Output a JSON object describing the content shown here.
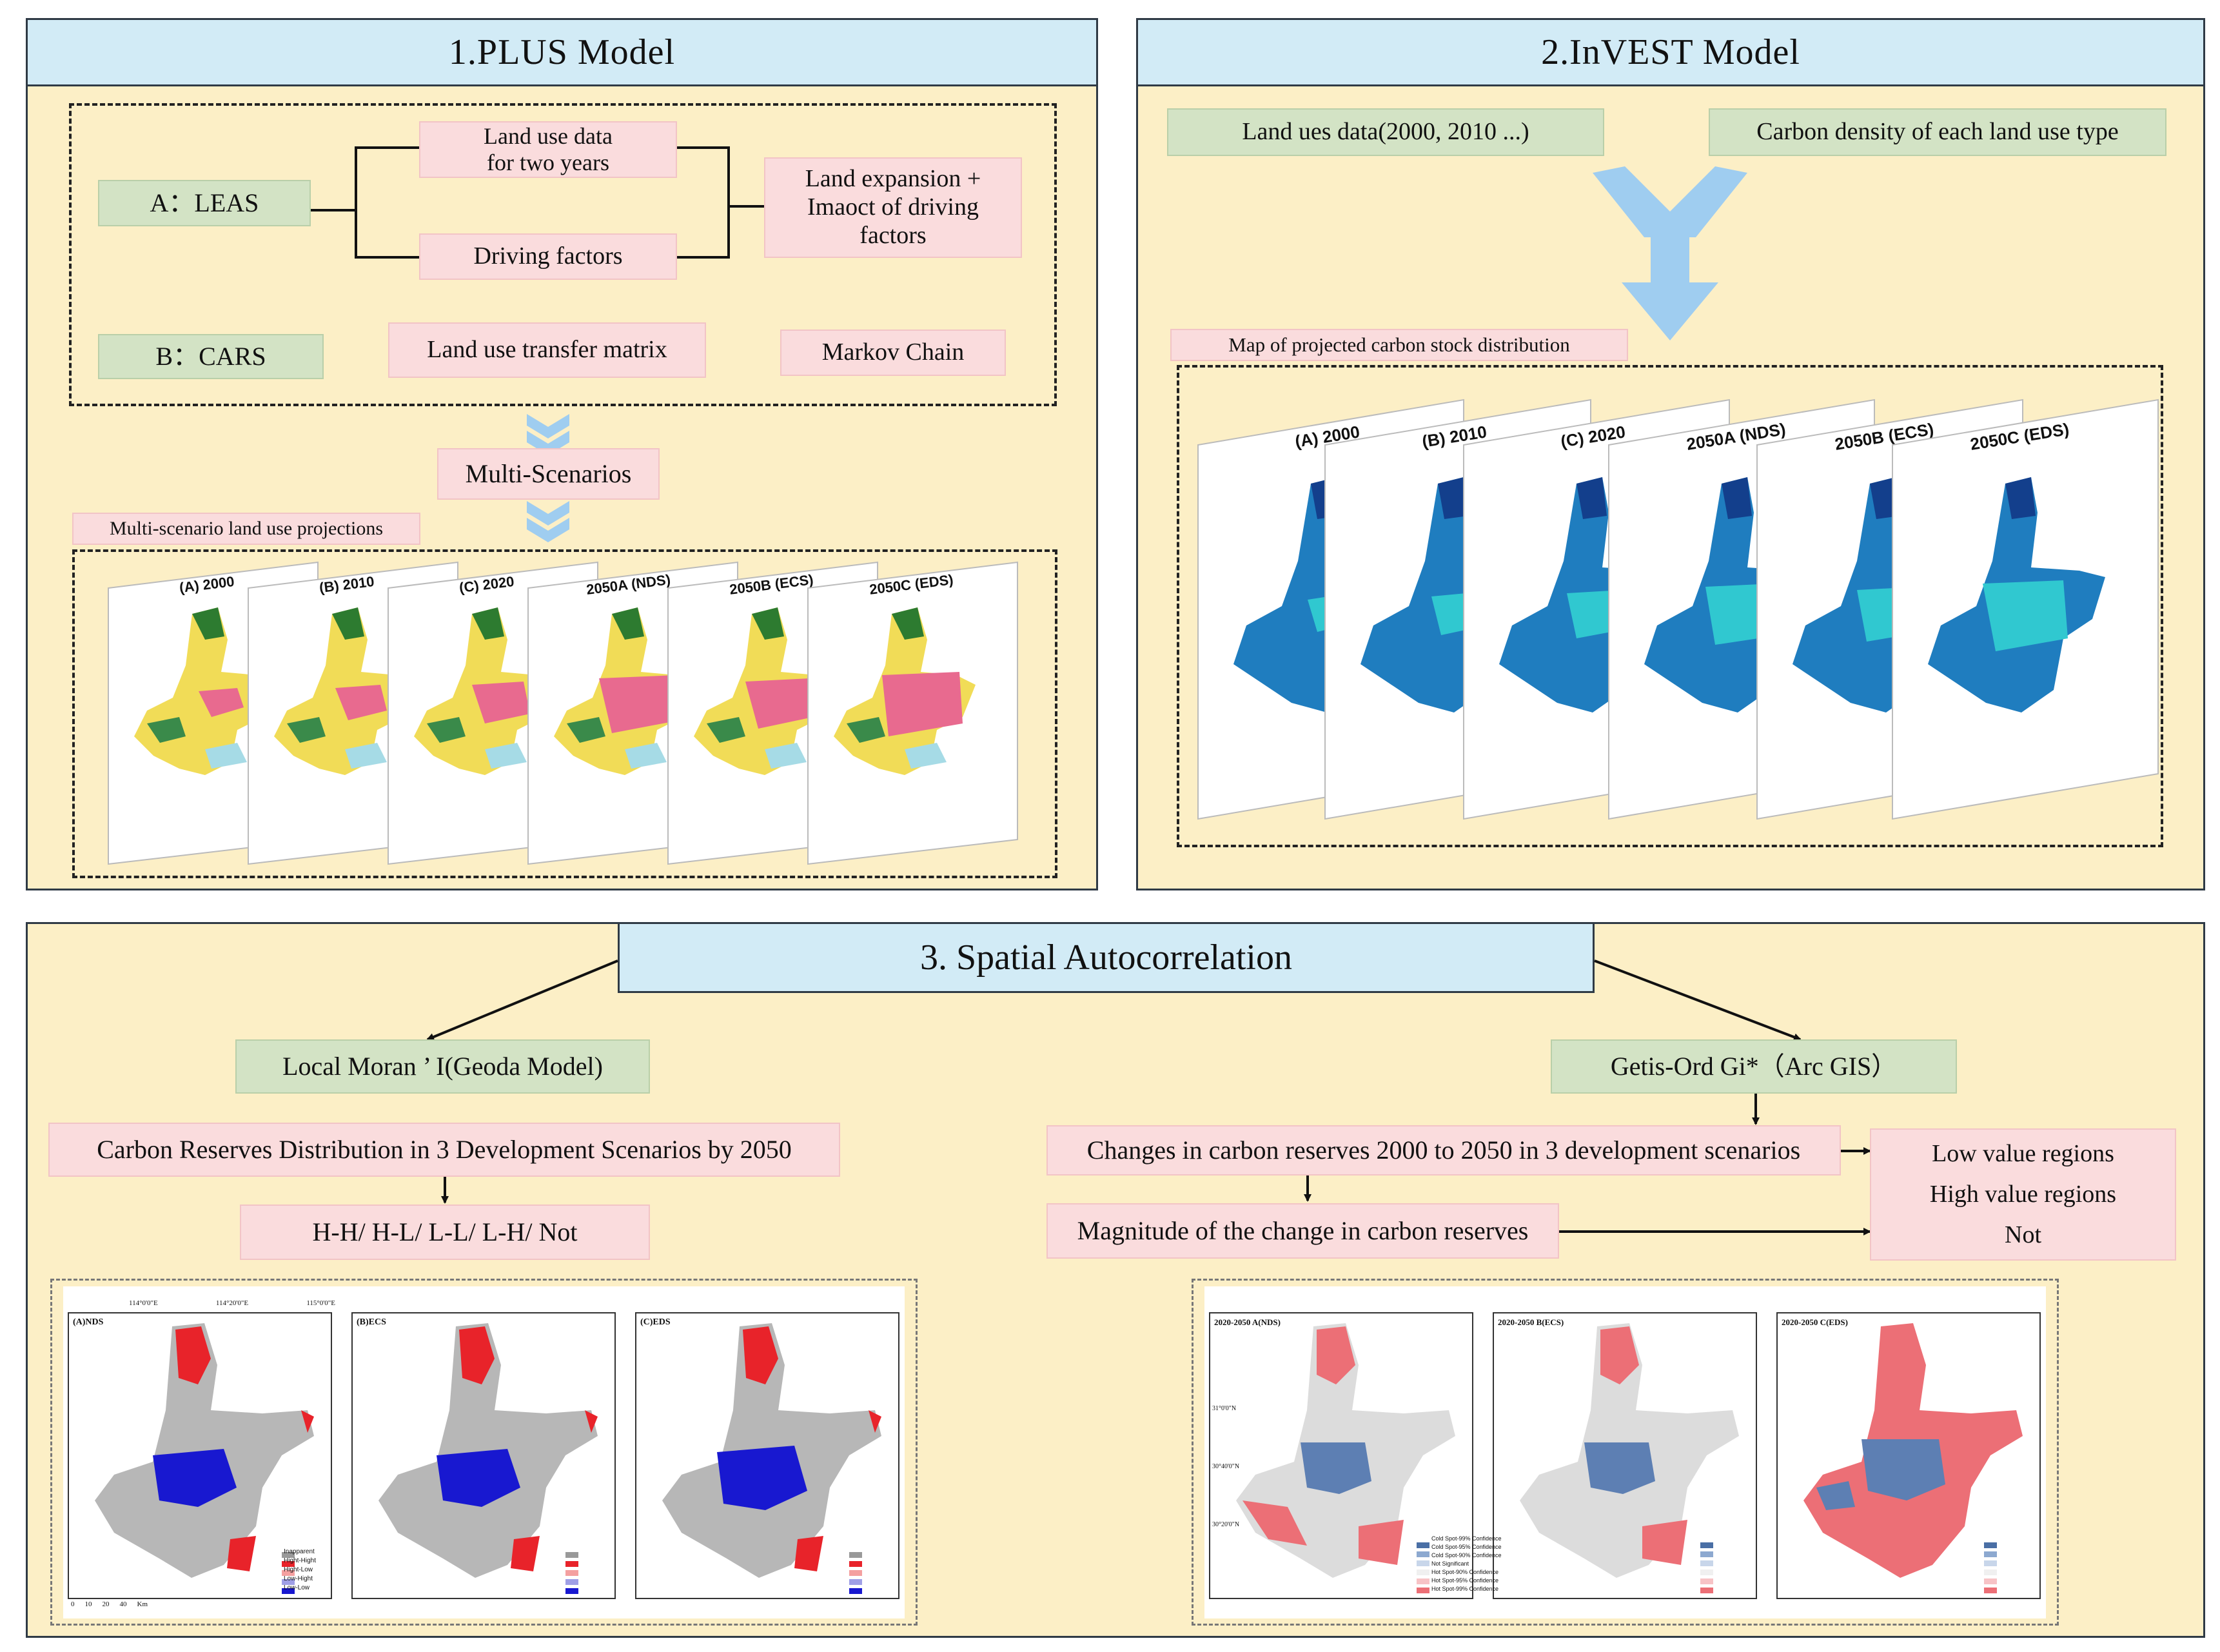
{
  "plus": {
    "title": "1.PLUS Model",
    "leas": "A：LEAS",
    "cars": "B：CARS",
    "land_use_data": "Land use data\nfor two years",
    "driving_factors": "Driving factors",
    "land_expansion": "Land expansion +\nImaoct of driving\nfactors",
    "transfer_matrix": "Land use transfer matrix",
    "markov": "Markov Chain",
    "multi_scenarios": "Multi-Scenarios",
    "projections_label": "Multi-scenario land use projections",
    "maps": [
      "(A)  2000",
      "(B)  2010",
      "(C)  2020",
      "2050A (NDS)",
      "2050B (ECS)",
      "2050C (EDS)"
    ]
  },
  "invest": {
    "title": "2.InVEST Model",
    "land_data": "Land ues data(2000, 2010 ...)",
    "carbon_density": "Carbon density of each land use type",
    "map_label": "Map of projected carbon stock distribution",
    "maps": [
      "(A)  2000",
      "(B)  2010",
      "(C)  2020",
      "2050A (NDS)",
      "2050B (ECS)",
      "2050C (EDS)"
    ]
  },
  "spatial": {
    "title": "3. Spatial Autocorrelation",
    "moran": "Local Moran ’ I(Geoda Model)",
    "getis": "Getis-Ord Gi*（Arc GIS）",
    "carbon_dist": "Carbon Reserves Distribution in 3 Development Scenarios by 2050",
    "hh": "H-H/ H-L/ L-L/ L-H/ Not",
    "changes": "Changes in carbon reserves  2000 to 2050 in 3 development scenarios",
    "magnitude": "Magnitude of the change in carbon reserves",
    "regions": [
      "Low value regions",
      "High value regions",
      "Not"
    ],
    "moran_maps": [
      "(A)NDS",
      "(B)ECS",
      "(C)EDS"
    ],
    "moran_legend": [
      "Inapparent",
      "Hight-Hight",
      "Hight-Low",
      "Low-Hight",
      "Low-Low"
    ],
    "gi_maps": [
      "2020-2050 A(NDS)",
      "2020-2050 B(ECS)",
      "2020-2050 C(EDS)"
    ],
    "gi_legend": [
      "Cold Spot-99% Confidence",
      "Cold Spot-95% Confidence",
      "Cold Spot-90% Confidence",
      "Not Significant",
      "Hot Spot-90% Confidence",
      "Hot Spot-95% Confidence",
      "Hot Spot-99% Confidence"
    ],
    "lon_ticks": [
      "114°0'0\"E",
      "114°20'0\"E",
      "115°0'0\"E"
    ],
    "lat_ticks": [
      "31°0'0\"N",
      "30°40'0\"N",
      "30°20'0\"N"
    ],
    "scale": [
      "0",
      "10",
      "20",
      "40"
    ],
    "scale_unit": "Km"
  },
  "colors": {
    "panel_bg": "#fcefc6",
    "header_bg": "#d2ebf6",
    "green_box": "#d3e3c5",
    "pink_box": "#fadcdd",
    "arrow_blue": "#9fcdf0"
  }
}
